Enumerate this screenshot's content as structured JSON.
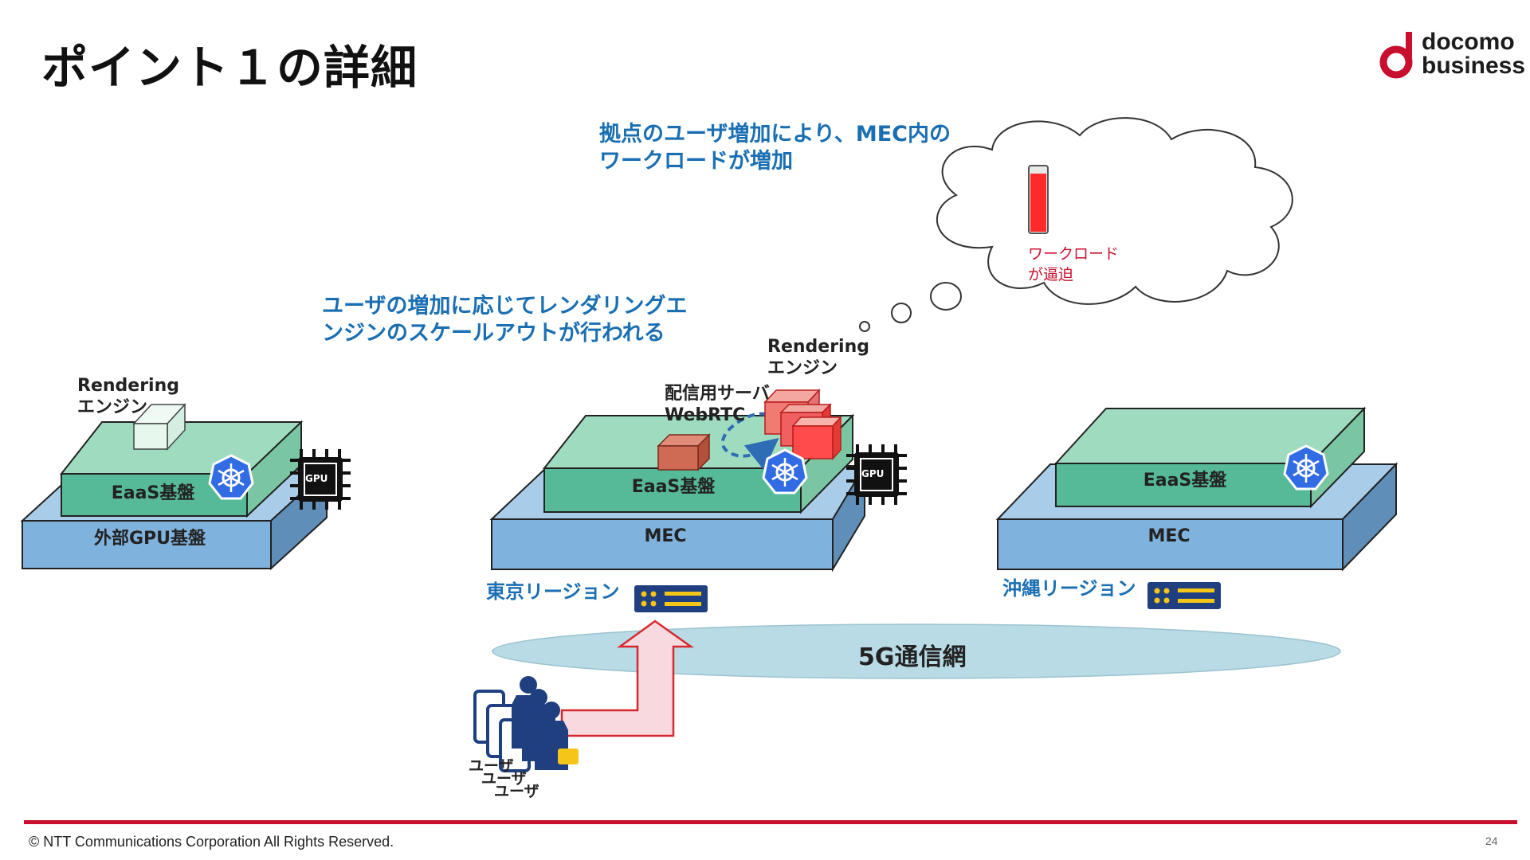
{
  "title": "ポイント１の詳細",
  "logo": {
    "line1": "docomo",
    "line2": "business",
    "mark_color": "#c8102e"
  },
  "notes": {
    "workload_line1": "拠点のユーザ増加により、MEC内の",
    "workload_line2": "ワークロードが増加",
    "scaleout_line1": "ユーザの増加に応じてレンダリングエ",
    "scaleout_line2": "ンジンのスケールアウトが行われる"
  },
  "cloud": {
    "line1": "ワークロード",
    "line2": "が逼迫"
  },
  "left_stack": {
    "rendering_line1": "Rendering",
    "rendering_line2": "エンジン",
    "eaas_label": "EaaS基盤",
    "base_label": "外部GPU基盤",
    "gpu_icon": "GPU"
  },
  "tokyo_stack": {
    "rendering_line1": "Rendering",
    "rendering_line2": "エンジン",
    "server_line1": "配信用サーバ",
    "server_line2": "WebRTC",
    "eaas_label": "EaaS基盤",
    "mec_label": "MEC",
    "region_label": "東京リージョン",
    "gpu_icon": "GPU"
  },
  "okinawa_stack": {
    "eaas_label": "EaaS基盤",
    "mec_label": "MEC",
    "region_label": "沖縄リージョン"
  },
  "network_label": "5G通信網",
  "users": {
    "line1": "ユーザ",
    "line2": "ユーザ",
    "line3": "ユーザ"
  },
  "footer": {
    "copyright": "© NTT Communications Corporation All Rights Reserved.",
    "page_number": "24"
  },
  "colors": {
    "blue_layer": "#7fb2dc",
    "green_layer": "#56b997",
    "light_green": "#9fdcbf",
    "accent_blue": "#1a6fb3",
    "red_accent": "#c8102e",
    "footer_line": "#c8102e"
  },
  "icons": [
    "kubernetes-icon",
    "gpu-chip-icon",
    "server-rack-icon",
    "user-group-icon",
    "smartphone-icon",
    "cloud-icon",
    "workload-gauge-icon"
  ]
}
